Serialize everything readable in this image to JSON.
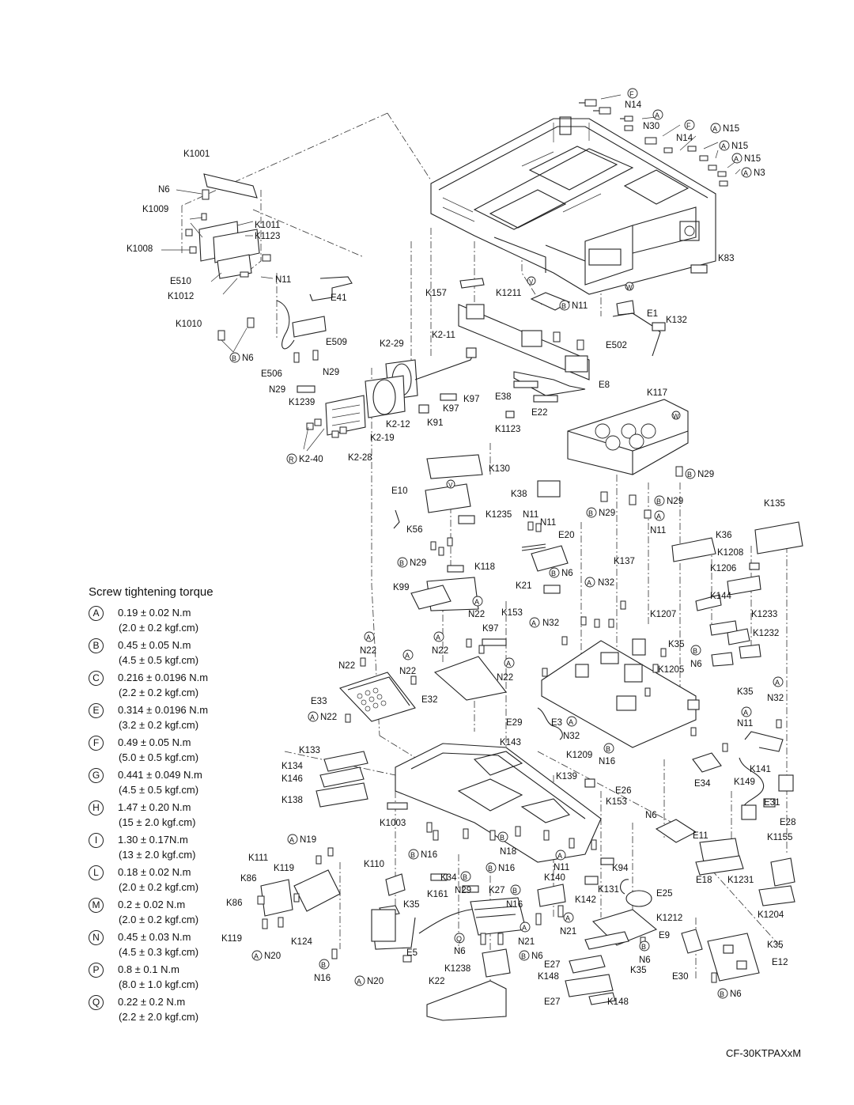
{
  "torque": {
    "title": "Screw tightening torque",
    "items": [
      {
        "letter": "A",
        "nm": "0.19 ± 0.02 N.m",
        "kgf": "(2.0 ± 0.2 kgf.cm)"
      },
      {
        "letter": "B",
        "nm": "0.45 ± 0.05 N.m",
        "kgf": "(4.5 ± 0.5 kgf.cm)"
      },
      {
        "letter": "C",
        "nm": "0.216 ± 0.0196 N.m",
        "kgf": "(2.2 ± 0.2 kgf.cm)"
      },
      {
        "letter": "E",
        "nm": "0.314 ± 0.0196 N.m",
        "kgf": "(3.2 ± 0.2 kgf.cm)"
      },
      {
        "letter": "F",
        "nm": "0.49 ± 0.05 N.m",
        "kgf": "(5.0 ± 0.5 kgf.cm)"
      },
      {
        "letter": "G",
        "nm": "0.441 ± 0.049 N.m",
        "kgf": "(4.5 ± 0.5 kgf.cm)"
      },
      {
        "letter": "H",
        "nm": "1.47 ± 0.20 N.m",
        "kgf": "(15 ± 2.0 kgf.cm)"
      },
      {
        "letter": "I",
        "nm": "1.30 ± 0.17N.m",
        "kgf": "(13 ± 2.0 kgf.cm)"
      },
      {
        "letter": "L",
        "nm": "0.18 ± 0.02 N.m",
        "kgf": "(2.0 ± 0.2 kgf.cm)"
      },
      {
        "letter": "M",
        "nm": "0.2 ± 0.02 N.m",
        "kgf": "(2.0 ± 0.2 kgf.cm)"
      },
      {
        "letter": "N",
        "nm": "0.45 ± 0.03 N.m",
        "kgf": "(4.5 ± 0.3 kgf.cm)"
      },
      {
        "letter": "P",
        "nm": "0.8 ± 0.1 N.m",
        "kgf": "(8.0 ± 1.0 kgf.cm)"
      },
      {
        "letter": "Q",
        "nm": "0.22 ± 0.2 N.m",
        "kgf": "(2.2 ± 2.0 kgf.cm)"
      }
    ]
  },
  "model_number": "CF-30KTPAXxM",
  "labels": {
    "f1": "F",
    "n14a": "N14",
    "a1": "A",
    "n30": "N30",
    "f2": "F",
    "n14b": "N14",
    "a2": "A",
    "n15a": "N15",
    "a3": "A",
    "n15b": "N15",
    "a4": "A",
    "n15c": "N15",
    "a5": "A",
    "n3": "N3",
    "k1001": "K1001",
    "n6a": "N6",
    "k1009": "K1009",
    "k1011": "K1011",
    "k1123a": "K1123",
    "k1008": "K1008",
    "e510": "E510",
    "n11a": "N11",
    "k1012": "K1012",
    "e41": "E41",
    "k1010": "K1010",
    "e509": "E509",
    "b1": "B",
    "n6b": "N6",
    "e506": "E506",
    "n29a": "N29",
    "n29b": "N29",
    "k1239": "K1239",
    "k2_29": "K2-29",
    "k2_11": "K2-11",
    "k157": "K157",
    "k1211": "K1211",
    "b2": "B",
    "n11b": "N11",
    "e1": "E1",
    "k132": "K132",
    "e502": "E502",
    "k83": "K83",
    "e8": "E8",
    "e38": "E38",
    "k97a": "K97",
    "k97b": "K97",
    "e22": "E22",
    "k2_12": "K2-12",
    "k91": "K91",
    "k1123b": "K1123",
    "k2_19": "K2-19",
    "r1": "R",
    "k2_40": "K2-40",
    "k2_28": "K2-28",
    "k117": "K117",
    "b3": "B",
    "n29c": "N29",
    "b4": "B",
    "n29d": "N29",
    "b5": "B",
    "n29e": "N29",
    "a6": "A",
    "n11c": "N11",
    "k130": "K130",
    "e10": "E10",
    "k38": "K38",
    "k1235": "K1235",
    "n11d": "N11",
    "n11e": "N11",
    "e20": "E20",
    "k56": "K56",
    "b6": "B",
    "n29f": "N29",
    "k118": "K118",
    "k99": "K99",
    "b7": "B",
    "n6c": "N6",
    "k135": "K135",
    "k36": "K36",
    "k1208": "K1208",
    "k1206": "K1206",
    "k137": "K137",
    "k21": "K21",
    "a7": "A",
    "n32a": "N32",
    "a8": "A",
    "n22a": "N22",
    "k153a": "K153",
    "a9": "A",
    "n32b": "N32",
    "k144": "K144",
    "k1207": "K1207",
    "k1233": "K1233",
    "k97c": "K97",
    "k1232": "K1232",
    "a10": "A",
    "n22b": "N22",
    "a11": "A",
    "n22c": "N22",
    "a12": "A",
    "n22d": "N22",
    "n22e": "N22",
    "a13": "A",
    "n22f": "N22",
    "k35a": "K35",
    "b8": "B",
    "n6d": "N6",
    "k1205": "K1205",
    "k35b": "K35",
    "a14": "A",
    "n32c": "N32",
    "e33": "E33",
    "e32": "E32",
    "a15": "A",
    "n22g": "N22",
    "e29": "E29",
    "e3": "E3",
    "a16": "A",
    "n32d": "N32",
    "a17": "A",
    "n11f": "N11",
    "k143": "K143",
    "k1209": "K1209",
    "b9": "B",
    "n16a": "N16",
    "k133": "K133",
    "k134": "K134",
    "k146": "K146",
    "k141": "K141",
    "k149": "K149",
    "e34": "E34",
    "k139": "K139",
    "e26": "E26",
    "k138": "K138",
    "k153b": "K153",
    "e31": "E31",
    "n6e": "N6",
    "e28": "E28",
    "k1003": "K1003",
    "a18": "A",
    "n19": "N19",
    "b10": "B",
    "n18": "N18",
    "e11": "E11",
    "k1155": "K1155",
    "b11": "B",
    "n16b": "N16",
    "k110": "K110",
    "a19": "A",
    "n11g": "N11",
    "k111": "K111",
    "k119a": "K119",
    "k86a": "K86",
    "k94": "K94",
    "k34": "K34",
    "b12": "B",
    "b13": "B",
    "n16c": "N16",
    "k140": "K140",
    "e18": "E18",
    "k1231": "K1231",
    "k161": "K161",
    "n29g": "N29",
    "k27": "K27",
    "b14": "B",
    "k131": "K131",
    "e25": "E25",
    "k86b": "K86",
    "k35c": "K35",
    "n16d": "N16",
    "k142": "K142",
    "k1212": "K1212",
    "k1204": "K1204",
    "a20": "A",
    "a21": "A",
    "n21a": "N21",
    "n21b": "N21",
    "e9": "E9",
    "k119b": "K119",
    "k124": "K124",
    "q1": "Q",
    "n6f": "N6",
    "b15": "B",
    "n6g": "N6",
    "b16": "B",
    "n6h": "N6",
    "k35d": "K35",
    "a22": "A",
    "n20a": "N20",
    "e5": "E5",
    "e27a": "E27",
    "e12": "E12",
    "b17": "B",
    "n16e": "N16",
    "k1238": "K1238",
    "k148a": "K148",
    "k35e": "K35",
    "e30": "E30",
    "a23": "A",
    "n20b": "N20",
    "k22": "K22",
    "b18": "B",
    "n6i": "N6",
    "e27b": "E27",
    "k148b": "K148",
    "v1": "V",
    "w1": "W",
    "w2": "W",
    "v2": "V"
  }
}
